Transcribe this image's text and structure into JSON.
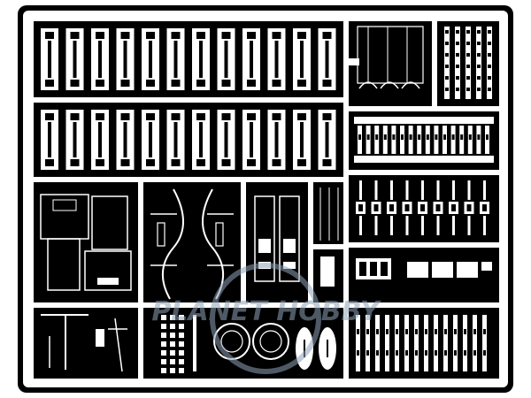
{
  "sheet": {
    "background": "#ffffff",
    "metal": "#000000",
    "frame": "#000000"
  },
  "watermark": {
    "brand": "PLANET HOBBY",
    "color": "#8fa3b8"
  },
  "icons": [
    "photo-etch-fret",
    "hatch-part",
    "wheel-part",
    "hinge-strip"
  ]
}
